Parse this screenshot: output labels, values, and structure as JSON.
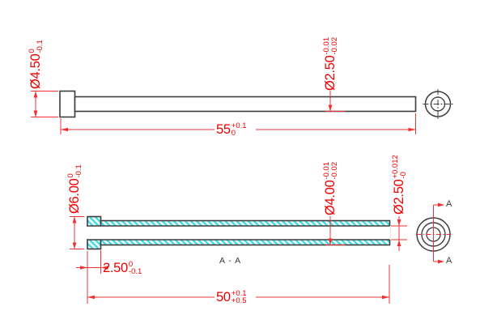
{
  "colors": {
    "dimension_red": "#ee0000",
    "outline_dark": "#3d3d3d",
    "hatch_cyan": "#3fd9e8",
    "background": "#ffffff"
  },
  "section_label": "A - A",
  "section_marker": "A",
  "top_view": {
    "head_diameter": {
      "value": "Ø4.50",
      "tol_upper": "0",
      "tol_lower": "-0.1"
    },
    "shaft_diameter": {
      "value": "Ø2.50",
      "tol_upper": "-0.01",
      "tol_lower": "-0.02"
    },
    "overall_length": {
      "value": "55",
      "tol_upper": "+0.1",
      "tol_lower": "0"
    }
  },
  "section_view": {
    "head_diameter": {
      "value": "Ø6.00",
      "tol_upper": "0",
      "tol_lower": "-0.1"
    },
    "outer_diameter": {
      "value": "Ø4.00",
      "tol_upper": "-0.01",
      "tol_lower": "-0.02"
    },
    "bore_diameter": {
      "value": "Ø2.50",
      "tol_upper": "+0.012",
      "tol_lower": "-0"
    },
    "head_length": {
      "value": "2.50",
      "tol_upper": "0",
      "tol_lower": "-0.1"
    },
    "overall_length": {
      "value": "50",
      "tol_upper": "+0.1",
      "tol_lower": "+0.5"
    }
  }
}
